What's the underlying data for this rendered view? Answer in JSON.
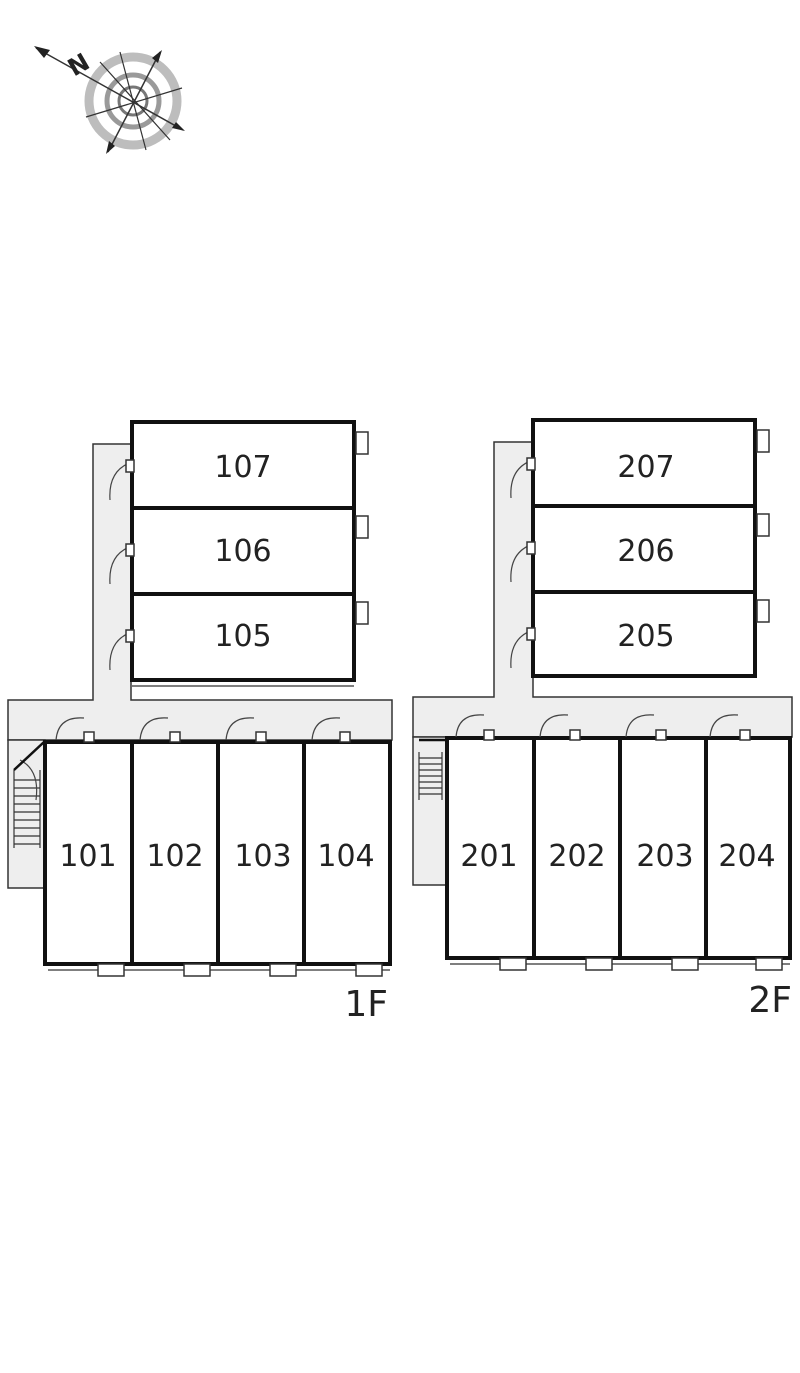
{
  "compass": {
    "north_label": "N"
  },
  "floors": [
    {
      "label": "1F",
      "rooms": {
        "top": [
          "107",
          "106",
          "105"
        ],
        "bottom": [
          "101",
          "102",
          "103",
          "104"
        ]
      }
    },
    {
      "label": "2F",
      "rooms": {
        "top": [
          "207",
          "206",
          "205"
        ],
        "bottom": [
          "201",
          "202",
          "203",
          "204"
        ]
      }
    }
  ],
  "colors": {
    "wall": "#111111",
    "corridor": "#eeeeee",
    "compass_ring": "#bbbbbb"
  }
}
